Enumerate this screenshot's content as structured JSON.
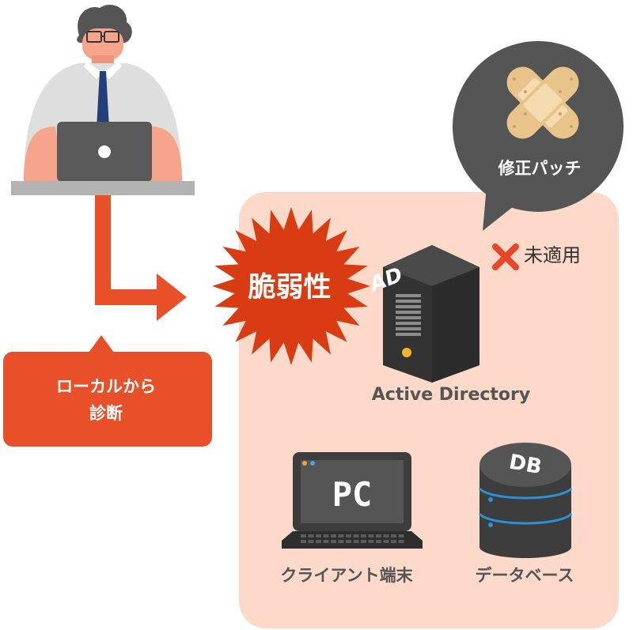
{
  "callout": {
    "line1": "ローカルから",
    "line2": "診断"
  },
  "vulnerability": {
    "label": "脆弱性"
  },
  "patch": {
    "label": "修正パッチ"
  },
  "status": {
    "not_applied": "未適用"
  },
  "server": {
    "badge": "AD",
    "caption": "Active Directory"
  },
  "client": {
    "screen_text": "PC",
    "caption": "クライアント端末"
  },
  "database": {
    "badge": "DB",
    "caption": "データベース"
  },
  "colors": {
    "accent_orange": "#e8502a",
    "panel_bg": "#fcd9c9",
    "burst_red": "#d93c12",
    "dark_gray": "#555555",
    "cross_red": "#e8452a"
  }
}
